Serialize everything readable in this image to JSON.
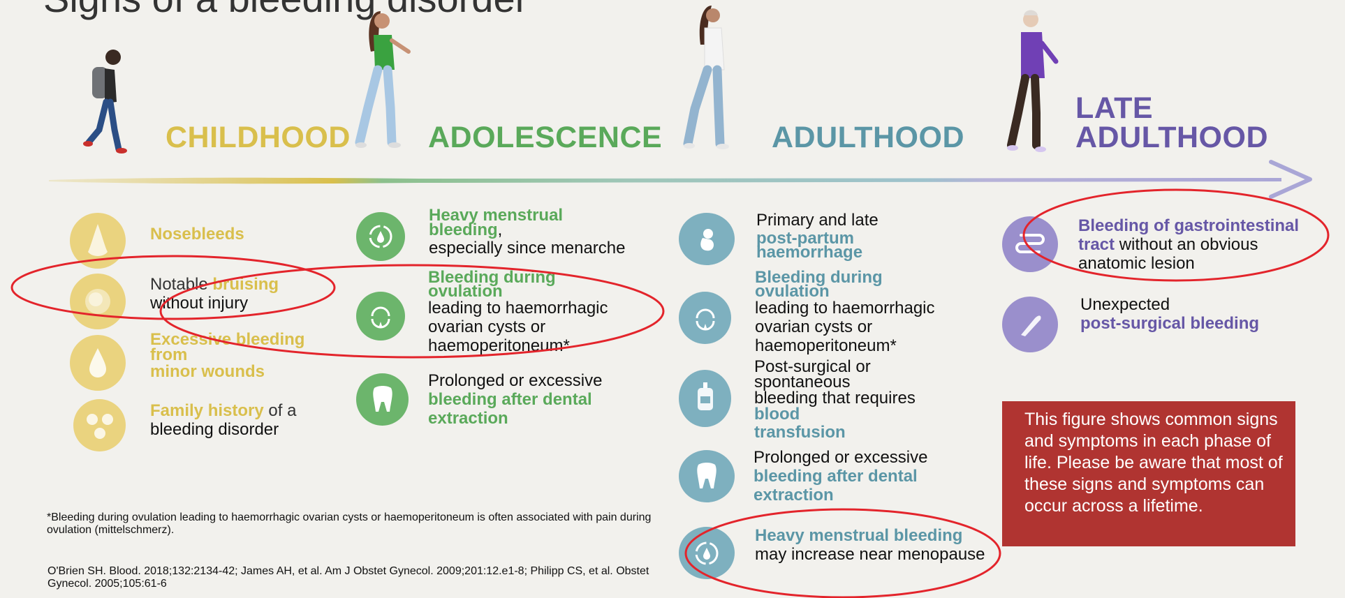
{
  "title_fragment": "Signs of a bleeding disorder",
  "phases": {
    "childhood": "CHILDHOOD",
    "adolescence": "ADOLESCENCE",
    "adulthood": "ADULTHOOD",
    "late_line1": "LATE",
    "late_line2": "ADULTHOOD"
  },
  "childhood": {
    "nosebleeds": "Nosebleeds",
    "bruising_pre": "Notable ",
    "bruising_b": "bruising",
    "bruising_post": "without injury",
    "wounds_l1": "Excessive bleeding",
    "wounds_l2": "from",
    "wounds_l3": "minor wounds",
    "family_b": "Family history",
    "family_mid": " of a",
    "family_post": "bleeding disorder"
  },
  "adolescence": {
    "hmb_l1": "Heavy menstrual",
    "hmb_l2": "bleeding",
    "hmb_comma": ",",
    "hmb_post": "especially since menarche",
    "ov_l1": "Bleeding during",
    "ov_l2": "ovulation",
    "ov_p1": "leading to haemorrhagic",
    "ov_p2": "ovarian cysts or",
    "ov_p3": "haemoperitoneum*",
    "dental_pre": "Prolonged or excessive",
    "dental_b1": "bleeding after dental",
    "dental_b2": "extraction"
  },
  "adulthood": {
    "pp_pre": "Primary and late",
    "pp_b1": "post-partum",
    "pp_b2": "haemorrhage",
    "ov_l1": "Bleeding during",
    "ov_l2": "ovulation",
    "ov_p1": "leading to haemorrhagic",
    "ov_p2": "ovarian cysts or",
    "ov_p3": "haemoperitoneum*",
    "ps_l1": "Post-surgical or",
    "ps_l2": "spontaneous",
    "ps_l3": "bleeding that requires",
    "ps_b1": "blood",
    "ps_b2": "transfusion",
    "dental_pre": "Prolonged or excessive",
    "dental_b1": "bleeding after dental",
    "dental_b2": "extraction",
    "hmb_b": "Heavy menstrual bleeding",
    "hmb_post": "may increase near menopause"
  },
  "late": {
    "gi_b1": "Bleeding of gastrointestinal",
    "gi_b2": "tract",
    "gi_p1": " without an obvious",
    "gi_p2": "anatomic lesion",
    "surg_pre": "Unexpected",
    "surg_b": "post-surgical bleeding"
  },
  "info_box": "This figure shows common signs and symptoms in each phase of life. Please be aware that most of these signs and symptoms can occur across a lifetime.",
  "footnote": "*Bleeding during ovulation leading to haemorrhagic ovarian cysts or haemoperitoneum is often associated with pain during ovulation (mittelschmerz).",
  "references": "O'Brien SH. Blood. 2018;132:2134-42; James AH, et al. Am J Obstet Gynecol. 2009;201:12.e1-8; Philipp CS, et al. Obstet Gynecol. 2005;105:61-6",
  "colors": {
    "childhood": "#d9bf4c",
    "adolescence": "#5aa95a",
    "adulthood": "#5b96a6",
    "late_adulthood": "#6657a6",
    "highlight_ring": "#e3242b",
    "info_box": "#b03431"
  },
  "icons": [
    "nose-icon",
    "bruise-icon",
    "drop-icon",
    "family-icon",
    "cycle-drop-icon",
    "cycle-icon",
    "tooth-icon",
    "fetus-icon",
    "blood-bag-icon",
    "intestine-icon",
    "scalpel-icon"
  ]
}
